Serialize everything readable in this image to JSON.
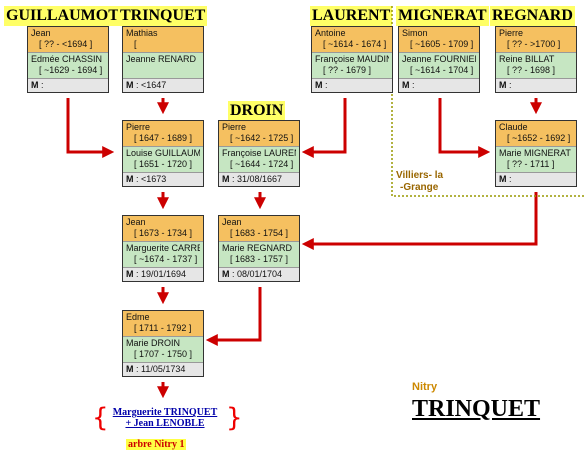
{
  "families": {
    "guillaumot": "GUILLAUMOT",
    "trinquet": "TRINQUET",
    "laurent": "LAURENT",
    "mignerat": "MIGNERAT",
    "regnard": "REGNARD",
    "droin": "DROIN"
  },
  "couples": {
    "jean_chassin": {
      "husband": "Jean",
      "husband_dates": "[ ?? - <1694 ]",
      "wife": "Edmée CHASSIN",
      "wife_dates": "[ ~1629 - 1694 ]",
      "marriage_label": "M",
      "marriage": ":"
    },
    "mathias_renard": {
      "husband": "Mathias",
      "husband_dates": "[",
      "wife": "Jeanne RENARD",
      "wife_dates": "",
      "marriage_label": "M",
      "marriage": ": <1647"
    },
    "antoine_maudine": {
      "husband": "Antoine",
      "husband_dates": "[ ~1614 - 1674 ]",
      "wife": "Françoise MAUDINÉ",
      "wife_dates": "[ ?? - 1679 ]",
      "marriage_label": "M",
      "marriage": ":"
    },
    "simon_fournier": {
      "husband": "Simon",
      "husband_dates": "[ ~1605 - 1709 ]",
      "wife": "Jeanne FOURNIER",
      "wife_dates": "[ ~1614 - 1704 ]",
      "marriage_label": "M",
      "marriage": ":"
    },
    "pierre_billat": {
      "husband": "Pierre",
      "husband_dates": "[ ?? - >1700 ]",
      "wife": "Reine BILLAT",
      "wife_dates": "[ ?? - 1698 ]",
      "marriage_label": "M",
      "marriage": ":"
    },
    "pierre_guillaumot": {
      "husband": "Pierre",
      "husband_dates": "[ 1647 - 1689 ]",
      "wife": "Louise GUILLAUMOT",
      "wife_dates": "[ 1651 - 1720 ]",
      "marriage_label": "M",
      "marriage": ": <1673"
    },
    "pierre_laurent": {
      "husband": "Pierre",
      "husband_dates": "[ ~1642 - 1725 ]",
      "wife": "Françoise LAURENT",
      "wife_dates": "[ ~1644 - 1724 ]",
      "marriage_label": "M",
      "marriage": ": 31/08/1667"
    },
    "claude_mignerat": {
      "husband": "Claude",
      "husband_dates": "[ ~1652 - 1692 ]",
      "wife": "Marie MIGNERAT",
      "wife_dates": "[ ?? - 1711 ]",
      "marriage_label": "M",
      "marriage": ":"
    },
    "jean_carre": {
      "husband": "Jean",
      "husband_dates": "[ 1673 - 1734 ]",
      "wife": "Marguerite CARRE",
      "wife_dates": "[ ~1674 - 1737 ]",
      "marriage_label": "M",
      "marriage": ": 19/01/1694"
    },
    "jean_regnard": {
      "husband": "Jean",
      "husband_dates": "[ 1683 - 1754 ]",
      "wife": "Marie REGNARD",
      "wife_dates": "[ 1683 - 1757 ]",
      "marriage_label": "M",
      "marriage": ": 08/01/1704"
    },
    "edme_droin": {
      "husband": "Edme",
      "husband_dates": "[ 1711 - 1792 ]",
      "wife": "Marie DROIN",
      "wife_dates": "[ 1707 - 1750 ]",
      "marriage_label": "M",
      "marriage": ": 11/05/1734"
    }
  },
  "descendant": {
    "line1": "Marguerite TRINQUET",
    "line2": "+ Jean LENOBLE",
    "tree": "arbre Nitry 1",
    "brace_left": "{",
    "brace_right": "}"
  },
  "village": {
    "line1": "Villiers- la",
    "line2": "-Grange"
  },
  "place": "Nitry",
  "title": "TRINQUET",
  "colors": {
    "husband_bg": "#f5c060",
    "wife_bg": "#c6e6c2",
    "marriage_bg": "#e6e6e6",
    "arrow": "#cc0000",
    "family_label_bg": "#ffff66",
    "dotted_border": "#999900"
  }
}
